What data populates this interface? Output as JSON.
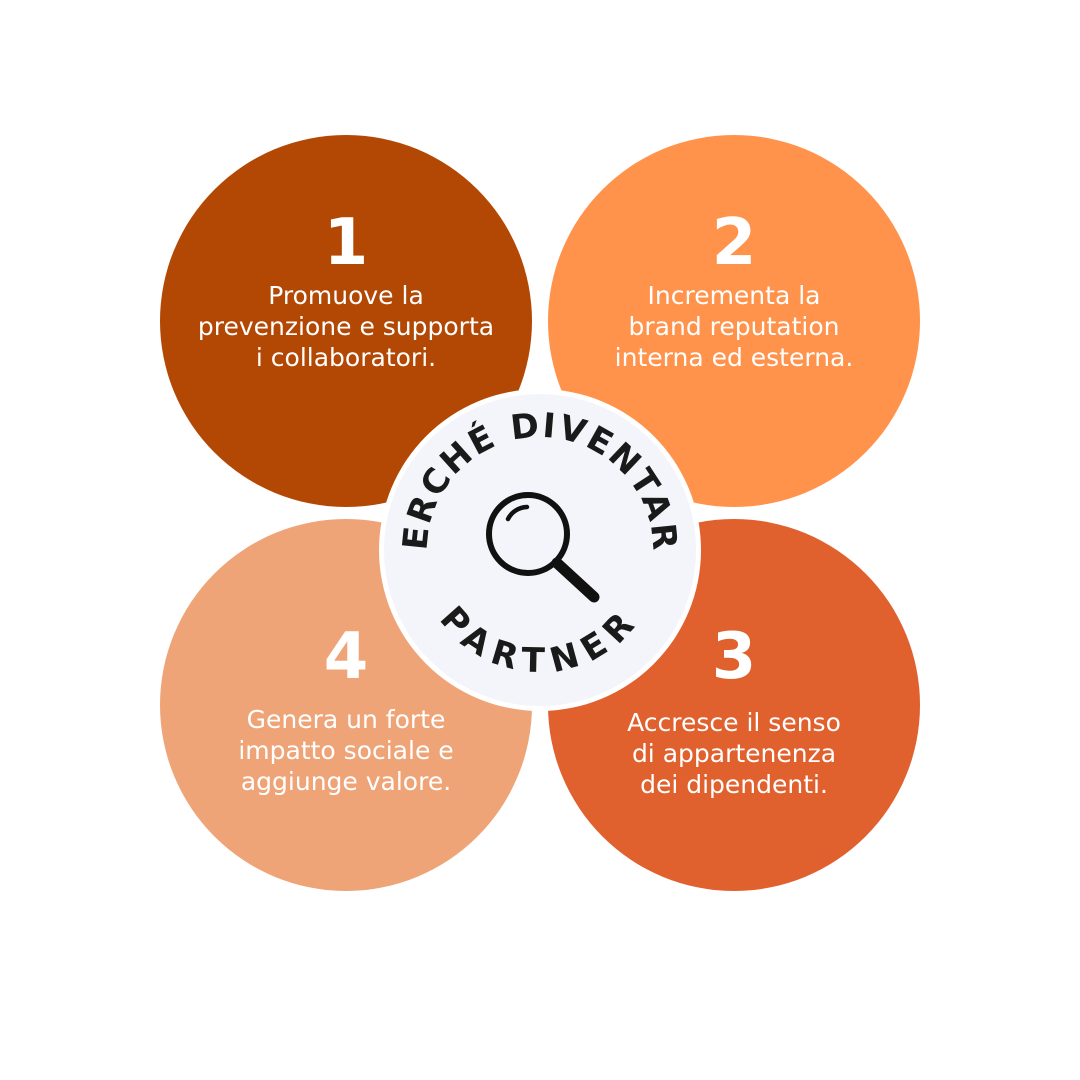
{
  "colors": {
    "petal_1": "#b34805",
    "petal_2": "#ff934c",
    "petal_3": "#e0602e",
    "petal_4": "#efa478",
    "hub": "#f4f5fa",
    "text": "#ffffff",
    "hub_text": "#1a1a1a"
  },
  "center": {
    "title_top": "PERCHÉ DIVENTARE",
    "title_bottom": "PARTNER",
    "icon": "magnifying-glass-icon"
  },
  "items": [
    {
      "number": "1",
      "line1": "Promuove la",
      "line2": "prevenzione e supporta",
      "line3": "i collaboratori."
    },
    {
      "number": "2",
      "line1": "Incrementa la",
      "line2": "brand reputation",
      "line3": "interna ed esterna."
    },
    {
      "number": "3",
      "line1": "Accresce il senso",
      "line2": "di appartenenza",
      "line3": "dei dipendenti."
    },
    {
      "number": "4",
      "line1": "Genera un forte",
      "line2": "impatto sociale e",
      "line3": "aggiunge valore."
    }
  ]
}
